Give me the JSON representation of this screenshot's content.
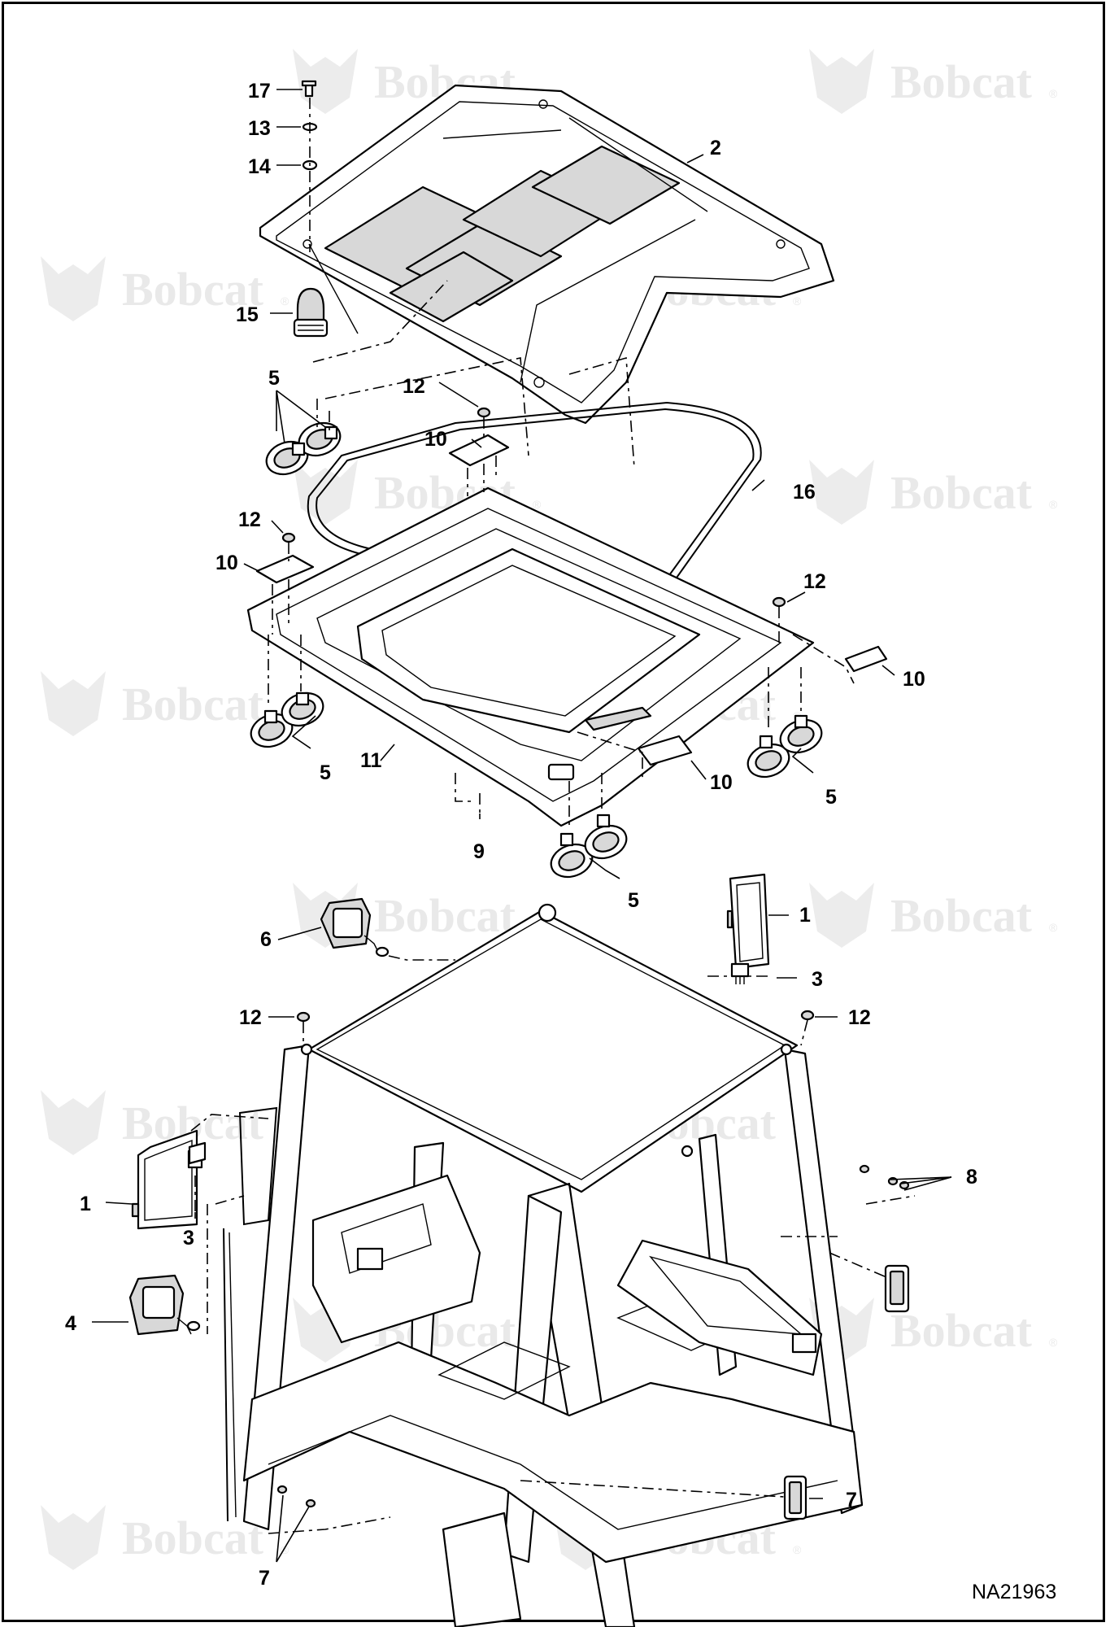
{
  "watermark": {
    "brand": "Bobcat",
    "mark": "®",
    "icon": "bobcat-logo-icon"
  },
  "drawing_id": "NA21963",
  "callouts": [
    {
      "id": "c17",
      "label": "17"
    },
    {
      "id": "c13",
      "label": "13"
    },
    {
      "id": "c14",
      "label": "14"
    },
    {
      "id": "c2",
      "label": "2"
    },
    {
      "id": "c15",
      "label": "15"
    },
    {
      "id": "c5a",
      "label": "5"
    },
    {
      "id": "c12a",
      "label": "12"
    },
    {
      "id": "c10a",
      "label": "10"
    },
    {
      "id": "c16",
      "label": "16"
    },
    {
      "id": "c12b",
      "label": "12"
    },
    {
      "id": "c10b",
      "label": "10"
    },
    {
      "id": "c12c",
      "label": "12"
    },
    {
      "id": "c10c",
      "label": "10"
    },
    {
      "id": "c5b",
      "label": "5"
    },
    {
      "id": "c11",
      "label": "11"
    },
    {
      "id": "c10d",
      "label": "10"
    },
    {
      "id": "c5c",
      "label": "5"
    },
    {
      "id": "c9",
      "label": "9"
    },
    {
      "id": "c5d",
      "label": "5"
    },
    {
      "id": "c1a",
      "label": "1"
    },
    {
      "id": "c6",
      "label": "6"
    },
    {
      "id": "c3a",
      "label": "3"
    },
    {
      "id": "c12d",
      "label": "12"
    },
    {
      "id": "c12e",
      "label": "12"
    },
    {
      "id": "c1b",
      "label": "1"
    },
    {
      "id": "c3b",
      "label": "3"
    },
    {
      "id": "c8",
      "label": "8"
    },
    {
      "id": "c4",
      "label": "4"
    },
    {
      "id": "c7a",
      "label": "7"
    },
    {
      "id": "c7b",
      "label": "7"
    }
  ]
}
